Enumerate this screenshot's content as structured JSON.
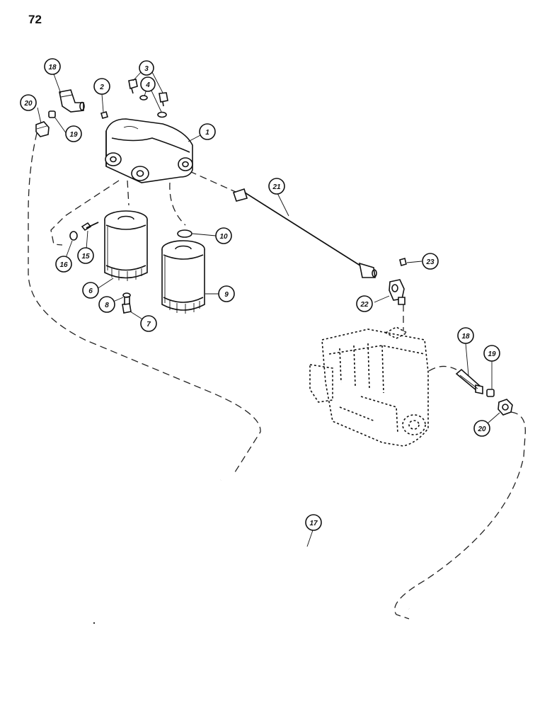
{
  "page": {
    "number": "72"
  },
  "callouts": [
    {
      "id": "c1",
      "label": "1"
    },
    {
      "id": "c2",
      "label": "2"
    },
    {
      "id": "c3",
      "label": "3"
    },
    {
      "id": "c4",
      "label": "4"
    },
    {
      "id": "c6",
      "label": "6"
    },
    {
      "id": "c7",
      "label": "7"
    },
    {
      "id": "c8",
      "label": "8"
    },
    {
      "id": "c9",
      "label": "9"
    },
    {
      "id": "c10",
      "label": "10"
    },
    {
      "id": "c15",
      "label": "15"
    },
    {
      "id": "c16",
      "label": "16"
    },
    {
      "id": "c17",
      "label": "17"
    },
    {
      "id": "c18a",
      "label": "18"
    },
    {
      "id": "c18b",
      "label": "18"
    },
    {
      "id": "c19a",
      "label": "19"
    },
    {
      "id": "c19b",
      "label": "19"
    },
    {
      "id": "c20a",
      "label": "20"
    },
    {
      "id": "c20b",
      "label": "20"
    },
    {
      "id": "c21",
      "label": "21"
    },
    {
      "id": "c22",
      "label": "22"
    },
    {
      "id": "c23",
      "label": "23"
    }
  ]
}
